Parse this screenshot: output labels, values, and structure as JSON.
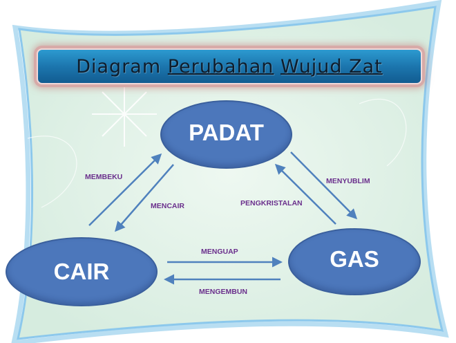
{
  "title": {
    "part1": "Diagram",
    "part2": "Perubahan",
    "part3": "Wujud Zat"
  },
  "nodes": {
    "padat": "PADAT",
    "cair": "CAIR",
    "gas": "GAS"
  },
  "transitions": {
    "membeku": "MEMBEKU",
    "mencair": "MENCAIR",
    "menyublim": "MENYUBLIM",
    "pengkristalan": "PENGKRISTALAN",
    "menguap": "MENGUAP",
    "mengembun": "MENGEMBUN"
  },
  "colors": {
    "ellipse": "#4c77bb",
    "arrow": "#4f81bd",
    "label": "#6a2f8c",
    "title_banner": "#1c76ae",
    "background": "#e3f1e8",
    "frame": "#8bc6ea"
  }
}
